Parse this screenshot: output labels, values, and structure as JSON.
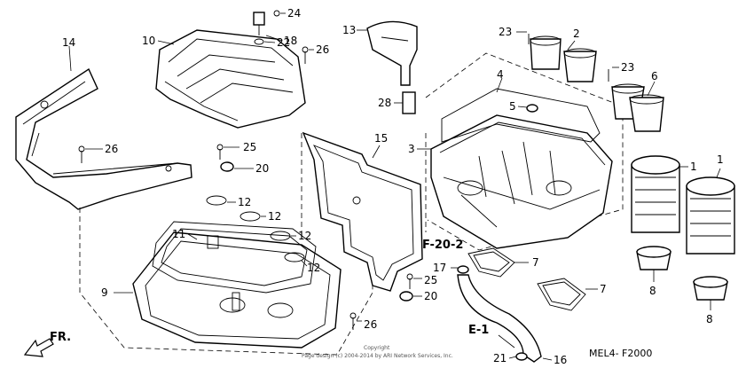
{
  "diagram": {
    "callouts": [
      "14",
      "10",
      "24",
      "22",
      "18",
      "26",
      "13",
      "23",
      "2",
      "23",
      "6",
      "4",
      "28",
      "5",
      "3",
      "1",
      "1",
      "26",
      "25",
      "20",
      "15",
      "12",
      "12",
      "11",
      "12",
      "12",
      "F-20-2",
      "7",
      "17",
      "25",
      "9",
      "20",
      "7",
      "8",
      "8",
      "26",
      "E-1",
      "21",
      "16"
    ],
    "reference_code": "MEL4- F2000",
    "direction_label": "FR.",
    "copyright_lines": [
      "Copyright",
      "Page design (c) 2004-2014 by ARI Network Services, Inc."
    ]
  }
}
